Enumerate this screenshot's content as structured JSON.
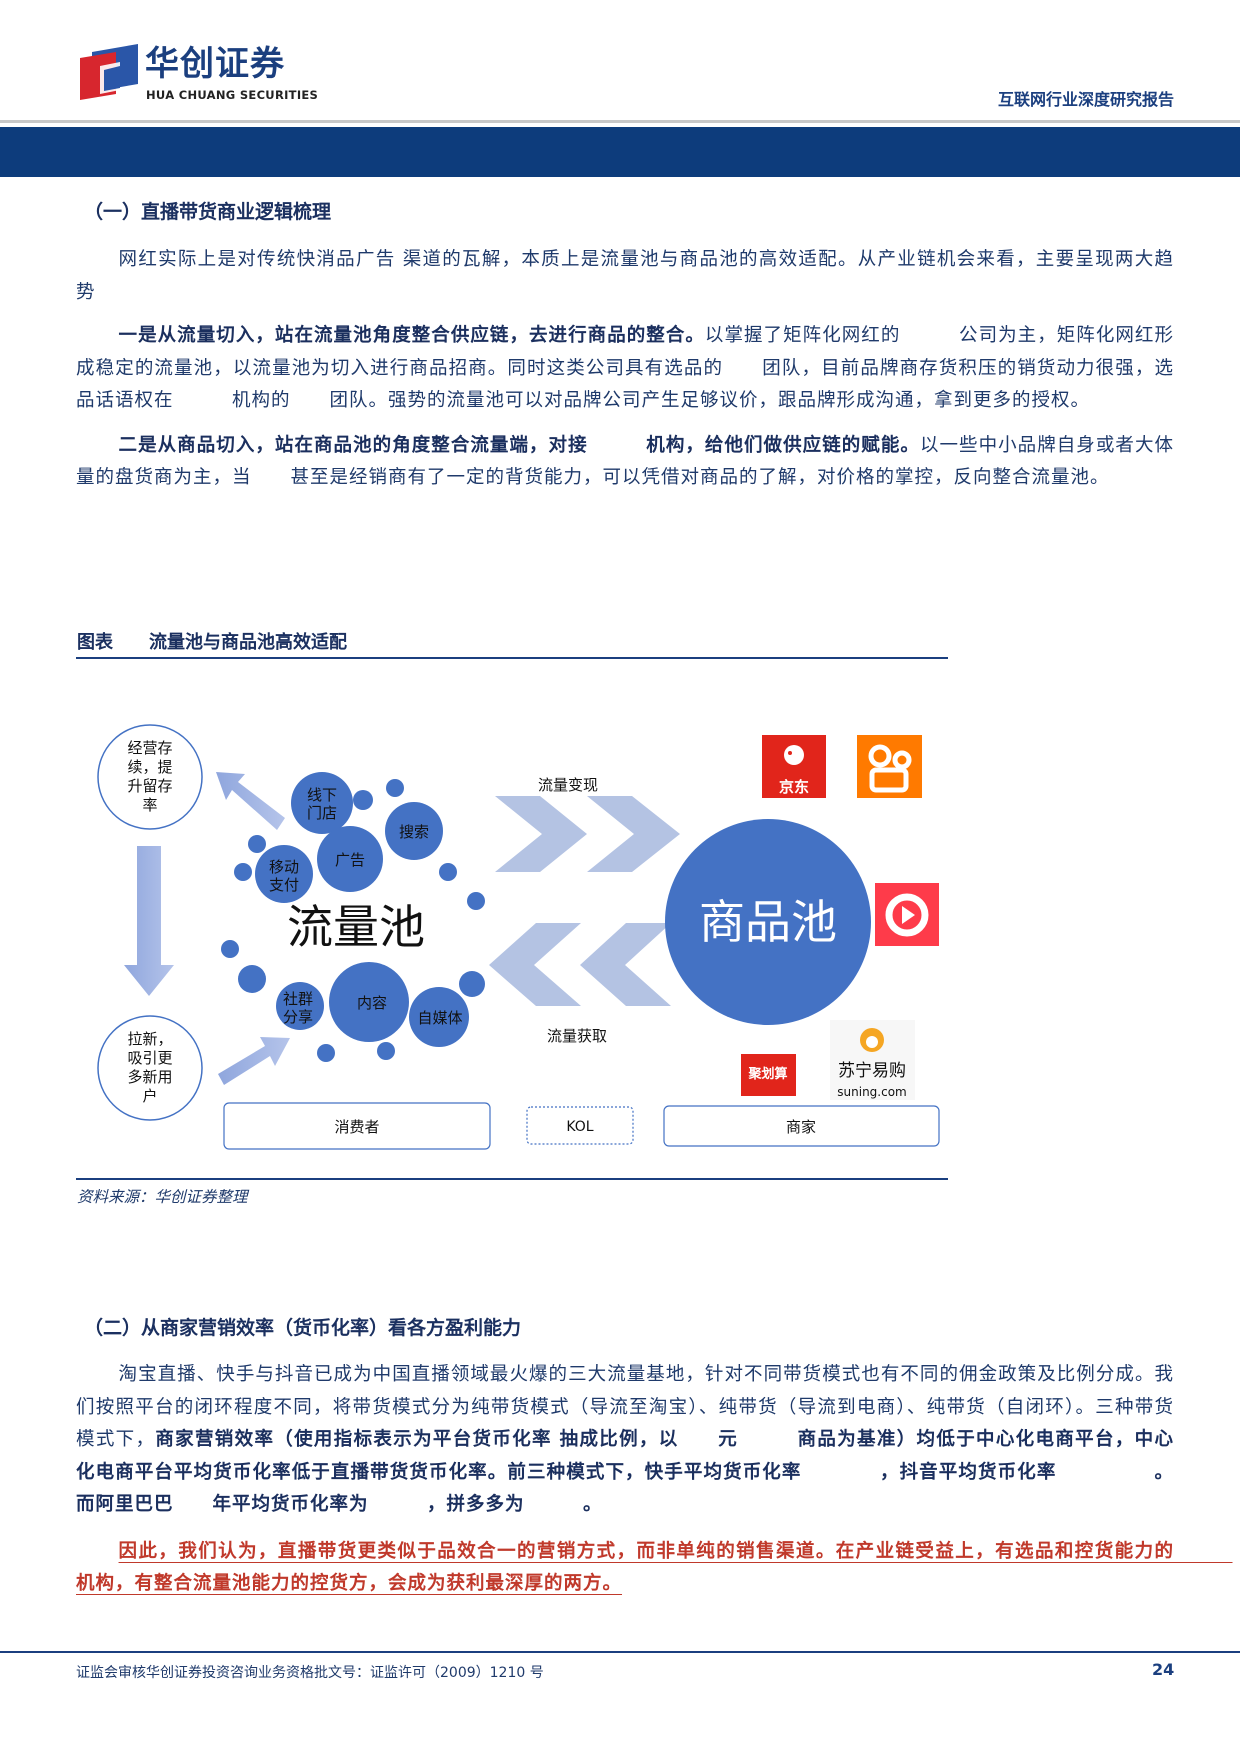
{
  "header": {
    "logo_cn": "华创证券",
    "logo_en": "HUA CHUANG SECURITIES",
    "report_type": "互联网行业深度研究报告"
  },
  "section1": {
    "heading": "（一）直播带货商业逻辑梳理",
    "p1": "网红实际上是对传统快消品广告 渠道的瓦解，本质上是流量池与商品池的高效适配。从产业链机会来看，主要呈现两大趋势",
    "p2_bold": "一是从流量切入，站在流量池角度整合供应链，去进行商品的整合。",
    "p2_rest": "以掌握了矩阵化网红的　　　公司为主，矩阵化网红形成稳定的流量池，以流量池为切入进行商品招商。同时这类公司具有选品的　　团队，目前品牌商存货积压的销货动力很强，选品话语权在　　　机构的　　团队。强势的流量池可以对品牌公司产生足够议价，跟品牌形成沟通，拿到更多的授权。",
    "p3_bold": "二是从商品切入，站在商品池的角度整合流量端，对接　　　机构，给他们做供应链的赋能。",
    "p3_rest": "以一些中小品牌自身或者大体量的盘货商为主，当　　甚至是经销商有了一定的背货能力，可以凭借对商品的了解，对价格的掌控，反向整合流量池。"
  },
  "figure": {
    "label": "图表",
    "title": "流量池与商品池高效适配",
    "source": "资料来源：华创证券整理",
    "left_top_circle": [
      "经营存",
      "续，提",
      "升留存",
      "率"
    ],
    "left_bottom_circle": [
      "拉新，",
      "吸引更",
      "多新用",
      "户"
    ],
    "bubbles": {
      "offline": [
        "线下",
        "门店"
      ],
      "search": "搜索",
      "ads": "广告",
      "payment": [
        "移动",
        "支付"
      ],
      "content": "内容",
      "community": [
        "社群",
        "分享"
      ],
      "self_media": "自媒体"
    },
    "traffic_pool": "流量池",
    "goods_pool": "商品池",
    "monetize": "流量变现",
    "acquire": "流量获取",
    "logo_jd": "京东",
    "logo_juhuasuan": "聚划算",
    "logo_suning": "苏宁易购",
    "logo_suning_en": "suning.com",
    "boxes": {
      "consumer": "消费者",
      "kol": "KOL",
      "merchant": "商家"
    },
    "colors": {
      "bubble": "#4472c4",
      "chevron": "#b4c3e3",
      "jd": "#e1251b",
      "kuaishou": "#ff7a00",
      "douyin": "#fe3b4a"
    }
  },
  "section2": {
    "heading": "（二）从商家营销效率（货币化率）看各方盈利能力",
    "p1_a": "淘宝直播、快手与抖音已成为中国直播领域最火爆的三大流量基地，针对不同带货模式也有不同的佣金政策及比例分成。我们按照平台的闭环程度不同，将带货模式分为纯带货模式（导流至淘宝）、纯带货（导流到电商）、纯带货（自闭环）。三种带货模式下，",
    "p1_bold": "商家营销效率（使用指标表示为平台货币化率 抽成比例，以　　元　　　商品为基准）均低于中心化电商平台，中心化电商平台平均货币化率低于直播带货货币化率。前三种模式下，快手平均货币化率　　　　，抖音平均货币化率　　　　　。而阿里巴巴　　年平均货币化率为　　　，拼多多为　　　。",
    "p2_bold": "因此，我们认为，直播带货更类似于品效合一的营销方式，而非单纯的销售渠道。在产业链受益上，有选品和控货能力的　　　机构，有整合流量池能力的控货方，会成为获利最深厚的两方。"
  },
  "footer": {
    "text": "证监会审核华创证券投资咨询业务资格批文号：证监许可（2009）1210 号",
    "page": "24"
  }
}
